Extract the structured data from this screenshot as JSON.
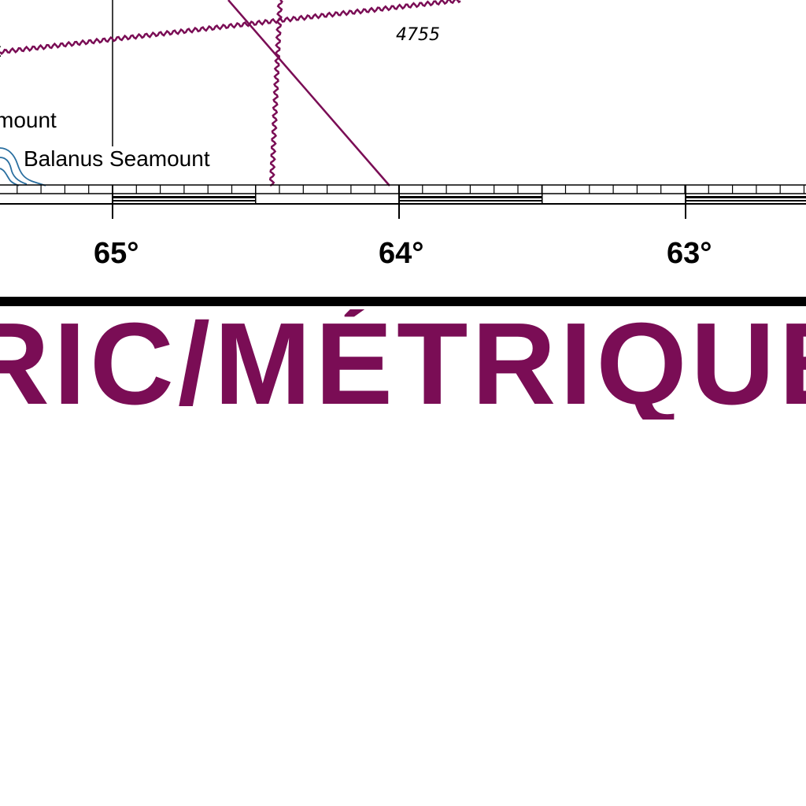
{
  "map": {
    "features": [
      {
        "name": "partial-label-top",
        "text": "t"
      },
      {
        "name": "partial-seamount",
        "text": "mount"
      },
      {
        "name": "balanus-seamount",
        "text": "Balanus Seamount"
      }
    ],
    "depth_sounding": "4755",
    "longitudes": [
      "65°",
      "64°",
      "63°"
    ],
    "colors": {
      "boundary": "#7a0d55",
      "contour": "#2a6fa0",
      "ink": "#000000"
    }
  },
  "title": {
    "text": "RIC/MÉTRIQUE",
    "color": "#7a0d55"
  }
}
